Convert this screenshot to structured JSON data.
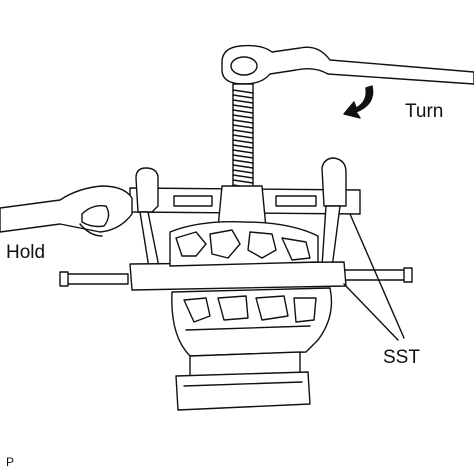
{
  "labels": {
    "turn": "Turn",
    "hold": "Hold",
    "sst": "SST",
    "code": "P"
  },
  "colors": {
    "line": "#111111",
    "background": "#ffffff"
  }
}
